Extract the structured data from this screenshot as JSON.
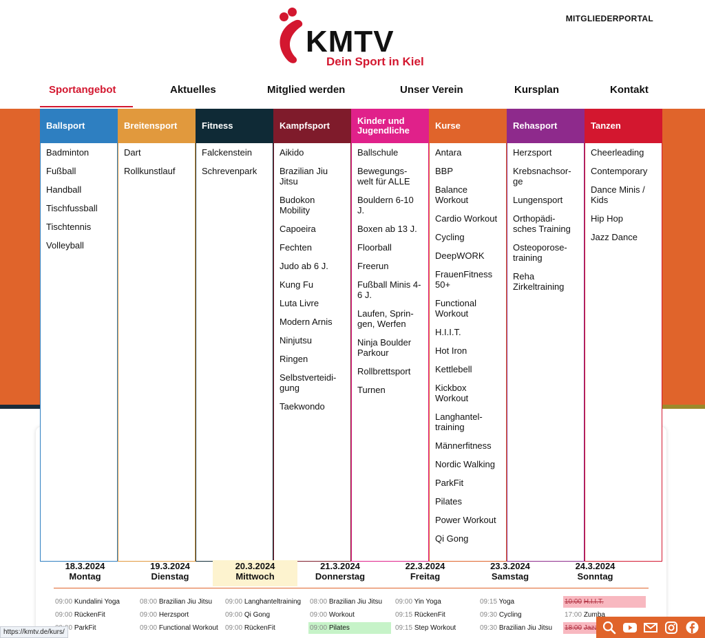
{
  "header": {
    "logo_text": "KMTV",
    "tagline": "Dein Sport in Kiel",
    "portal_label": "MITGLIEDERPORTAL"
  },
  "nav": {
    "items": [
      {
        "label": "Sportangebot",
        "active": true
      },
      {
        "label": "Aktuelles"
      },
      {
        "label": "Mitglied werden"
      },
      {
        "label": "Unser Verein"
      },
      {
        "label": "Kursplan"
      },
      {
        "label": "Kontakt"
      }
    ]
  },
  "colors": {
    "brand_red": "#d3172f",
    "band_orange": "#e0642b"
  },
  "mega_menu": [
    {
      "title": "Ballsport",
      "color": "#2e7fc1",
      "items": [
        "Badminton",
        "Fußball",
        "Handball",
        "Tischfussball",
        "Tischtennis",
        "Volleyball"
      ]
    },
    {
      "title": "Breitensport",
      "color": "#e1993d",
      "items": [
        "Dart",
        "Rollkunstlauf"
      ]
    },
    {
      "title": "Fitness",
      "color": "#0f2a36",
      "items": [
        "Falckenstein",
        "Schrevenpark"
      ]
    },
    {
      "title": "Kampfsport",
      "color": "#7f1b2b",
      "items": [
        "Aikido",
        "Brazilian Jiu Jitsu",
        "Budokon Mobility",
        "Capoeira",
        "Fechten",
        "Judo ab 6 J.",
        "Kung Fu",
        "Luta Livre",
        "Modern Arnis",
        "Ninjutsu",
        "Ringen",
        "Selbstverteidi-gung",
        "Taekwondo"
      ]
    },
    {
      "title": "Kinder und Jugendliche",
      "color": "#e0218a",
      "items": [
        "Ballschule",
        "Bewegungs-welt für ALLE",
        "Bouldern 6-10 J.",
        "Boxen ab 13 J.",
        "Floorball",
        "Freerun",
        "Fußball Minis 4-6 J.",
        "Laufen, Sprin-gen, Werfen",
        "Ninja Boulder Parkour",
        "Rollbrettsport",
        "Turnen"
      ]
    },
    {
      "title": "Kurse",
      "color": "#e0642b",
      "items": [
        "Antara",
        "BBP",
        "Balance Workout",
        "Cardio Workout",
        "Cycling",
        "DeepWORK",
        "FrauenFitness 50+",
        "Functional Workout",
        "H.I.I.T.",
        "Hot Iron",
        "Kettlebell",
        "Kickbox Workout",
        "Langhantel-training",
        "Männerfitness",
        "Nordic Walking",
        "ParkFit",
        "Pilates",
        "Power Workout",
        "Qi Gong"
      ]
    },
    {
      "title": "Rehasport",
      "color": "#8e2a8c",
      "items": [
        "Herzsport",
        "Krebsnachsor-ge",
        "Lungensport",
        "Orthopädi-sches Training",
        "Osteoporose-training",
        "Reha Zirkeltraining"
      ]
    },
    {
      "title": "Tanzen",
      "color": "#d3172f",
      "items": [
        "Cheerleading",
        "Contemporary",
        "Dance Minis / Kids",
        "Hip Hop",
        "Jazz Dance"
      ]
    }
  ],
  "calendar": {
    "days": [
      {
        "date": "18.3.2024",
        "weekday": "Montag"
      },
      {
        "date": "19.3.2024",
        "weekday": "Dienstag"
      },
      {
        "date": "20.3.2024",
        "weekday": "Mittwoch",
        "today": true
      },
      {
        "date": "21.3.2024",
        "weekday": "Donnerstag"
      },
      {
        "date": "22.3.2024",
        "weekday": "Freitag"
      },
      {
        "date": "23.3.2024",
        "weekday": "Samstag"
      },
      {
        "date": "24.3.2024",
        "weekday": "Sonntag"
      }
    ],
    "slots": [
      [
        {
          "time": "09:00",
          "name": "Kundalini Yoga"
        },
        {
          "time": "09:00",
          "name": "RückenFit"
        },
        {
          "time": "09:00",
          "name": "ParkFit"
        }
      ],
      [
        {
          "time": "08:00",
          "name": "Brazilian Jiu Jitsu"
        },
        {
          "time": "09:00",
          "name": "Herzsport"
        },
        {
          "time": "09:00",
          "name": "Functional Workout"
        }
      ],
      [
        {
          "time": "09:00",
          "name": "Langhanteltraining"
        },
        {
          "time": "09:00",
          "name": "Qi Gong"
        },
        {
          "time": "09:00",
          "name": "RückenFit"
        }
      ],
      [
        {
          "time": "08:00",
          "name": "Brazilian Jiu Jitsu"
        },
        {
          "time": "09:00",
          "name": "Workout"
        },
        {
          "time": "09:00",
          "name": "Pilates",
          "highlight": "green"
        }
      ],
      [
        {
          "time": "09:00",
          "name": "Yin Yoga"
        },
        {
          "time": "09:15",
          "name": "RückenFit"
        },
        {
          "time": "09:15",
          "name": "Step Workout"
        }
      ],
      [
        {
          "time": "09:15",
          "name": "Yoga"
        },
        {
          "time": "09:30",
          "name": "Cycling"
        },
        {
          "time": "09:30",
          "name": "Brazilian Jiu Jitsu"
        }
      ],
      [
        {
          "time": "10:00",
          "name": "H.I.I.T.",
          "highlight": "red",
          "cancelled": true
        },
        {
          "time": "17:00",
          "name": "Zumba"
        },
        {
          "time": "18:00",
          "name": "Jazz Dance",
          "highlight": "red",
          "cancelled": true
        }
      ]
    ]
  },
  "status_url": "https://kmtv.de/kurs/",
  "social": [
    "search-icon",
    "youtube-icon",
    "mail-icon",
    "instagram-icon",
    "facebook-icon"
  ]
}
